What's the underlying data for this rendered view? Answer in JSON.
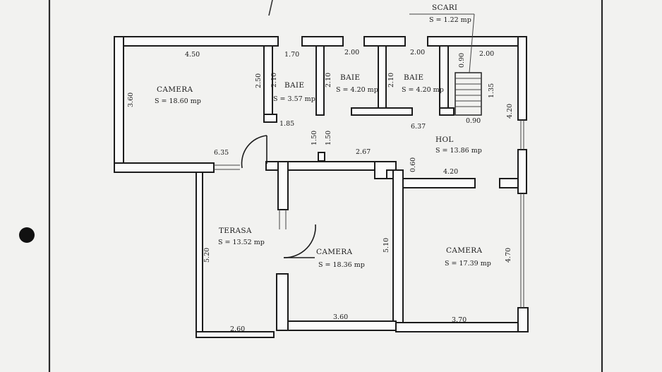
{
  "rooms": [
    {
      "id": "camera-nw",
      "name": "CAMERA",
      "area": "S = 18.60 mp"
    },
    {
      "id": "baie-1",
      "name": "BAIE",
      "area": "S = 3.57 mp"
    },
    {
      "id": "baie-2",
      "name": "BAIE",
      "area": "S = 4.20 mp"
    },
    {
      "id": "baie-3",
      "name": "BAIE",
      "area": "S = 4.20 mp"
    },
    {
      "id": "scari",
      "name": "SCARI",
      "area": "S = 1.22 mp"
    },
    {
      "id": "hol",
      "name": "HOL",
      "area": "S = 13.86 mp"
    },
    {
      "id": "terasa",
      "name": "TERASA",
      "area": "S = 13.52 mp"
    },
    {
      "id": "camera-mid",
      "name": "CAMERA",
      "area": "S = 18.36 mp"
    },
    {
      "id": "camera-se",
      "name": "CAMERA",
      "area": "S = 17.39 mp"
    }
  ],
  "dimensions": [
    "4.50",
    "1.70",
    "2.00",
    "2.00",
    "2.00",
    "3.60",
    "2.50",
    "2.10",
    "2.10",
    "2.10",
    "0.90",
    "1.35",
    "1.85",
    "6.37",
    "0.90",
    "4.20",
    "1.50",
    "1.50",
    "2.67",
    "6.35",
    "0.60",
    "4.20",
    "5.20",
    "5.10",
    "4.70",
    "2.60",
    "3.60",
    "3.70"
  ],
  "colors": {
    "background": "#f2f2f0",
    "wall": "#1c1c1c",
    "fill": "#fbfbfb"
  }
}
